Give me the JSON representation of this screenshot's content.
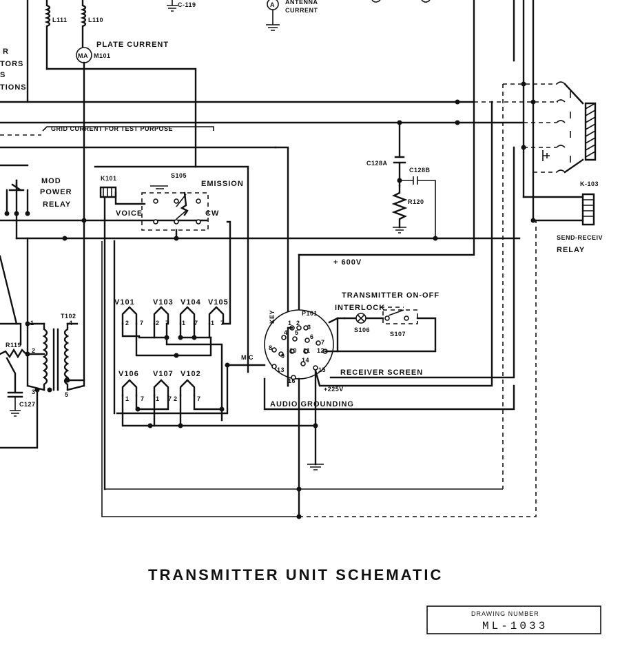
{
  "diagram": {
    "title": "TRANSMITTER UNIT SCHEMATIC",
    "drawing_number_caption": "DRAWING NUMBER",
    "drawing_number": "ML-1033",
    "labels": {
      "l111": "L111",
      "l110": "L110",
      "c119": "C-119",
      "antenna_a": "A",
      "antenna_current_1": "ANTENNA",
      "antenna_current_2": "CURRENT",
      "plate_current": "PLATE CURRENT",
      "ma": "MA",
      "m101": "M101",
      "left_frag_1": "R",
      "left_frag_2": "TORS",
      "left_frag_3": "S",
      "left_frag_4": "TIONS",
      "grid_current": "GRID CURRENT FOR TEST PURPOSE",
      "mod_1": "MOD",
      "mod_2": "POWER",
      "mod_3": "RELAY",
      "k101": "K101",
      "s105": "S105",
      "emission": "EMISSION",
      "voice": "VOICE",
      "cw": "CW",
      "c128a": "C128A",
      "c128b": "C128B",
      "r120": "R120",
      "k103": "K-103",
      "send_receive_1": "SEND-RECEIV",
      "send_receive_2": "RELAY",
      "plus_600v": "+ 600V",
      "transmitter_on_off": "TRANSMITTER ON-OFF",
      "interlock": "INTERLOCK",
      "s106": "S106",
      "s107": "S107",
      "key": "KEY",
      "p101": "P101",
      "mic": "MIC",
      "receiver_screen": "RECEIVER SCREEN",
      "plus_225v": "+225V",
      "audio_grounding": "AUDIO GROUNDING",
      "t102": "T102",
      "r119": "R119",
      "c127": "C127",
      "v101": "V101",
      "v103": "V103",
      "v104": "V104",
      "v105": "V105",
      "v106": "V106",
      "v107": "V107",
      "v102": "V102",
      "pin_1": "1",
      "pin_2": "2",
      "pin_3": "3",
      "pin_4": "4",
      "pin_5": "5",
      "pin_6": "6",
      "pin_7": "7",
      "pin_8": "8",
      "pin_9": "9",
      "pin_10": "10",
      "pin_11": "11",
      "pin_12": "12",
      "pin_13": "13",
      "pin_14": "14",
      "pin_15": "15",
      "pin_16": "16"
    }
  }
}
